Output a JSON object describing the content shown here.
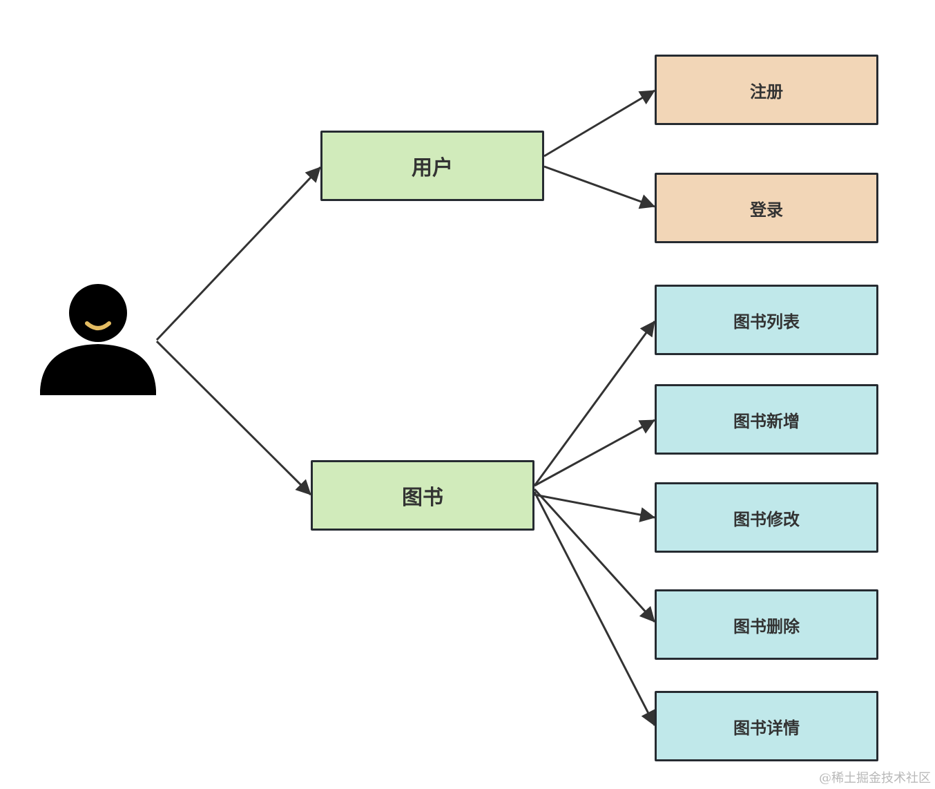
{
  "diagram": {
    "actor": {
      "icon": "user-icon",
      "smile_color": "#e4bc62"
    },
    "level1": [
      {
        "id": "user",
        "label": "用户",
        "color": "#d1ebbb"
      },
      {
        "id": "book",
        "label": "图书",
        "color": "#d1ebbb"
      }
    ],
    "level2": [
      {
        "id": "register",
        "parent": "user",
        "label": "注册",
        "color": "#f2d6b7"
      },
      {
        "id": "login",
        "parent": "user",
        "label": "登录",
        "color": "#f2d6b7"
      },
      {
        "id": "book-list",
        "parent": "book",
        "label": "图书列表",
        "color": "#c0e8ea"
      },
      {
        "id": "book-add",
        "parent": "book",
        "label": "图书新增",
        "color": "#c0e8ea"
      },
      {
        "id": "book-edit",
        "parent": "book",
        "label": "图书修改",
        "color": "#c0e8ea"
      },
      {
        "id": "book-delete",
        "parent": "book",
        "label": "图书删除",
        "color": "#c0e8ea"
      },
      {
        "id": "book-detail",
        "parent": "book",
        "label": "图书详情",
        "color": "#c0e8ea"
      }
    ],
    "edges": [
      {
        "from": "actor",
        "to": "user"
      },
      {
        "from": "actor",
        "to": "book"
      },
      {
        "from": "user",
        "to": "register"
      },
      {
        "from": "user",
        "to": "login"
      },
      {
        "from": "book",
        "to": "book-list"
      },
      {
        "from": "book",
        "to": "book-add"
      },
      {
        "from": "book",
        "to": "book-edit"
      },
      {
        "from": "book",
        "to": "book-delete"
      },
      {
        "from": "book",
        "to": "book-detail"
      }
    ],
    "edge_color": "#333333",
    "border_color": "#262b31"
  },
  "watermark": "@稀土掘金技术社区"
}
